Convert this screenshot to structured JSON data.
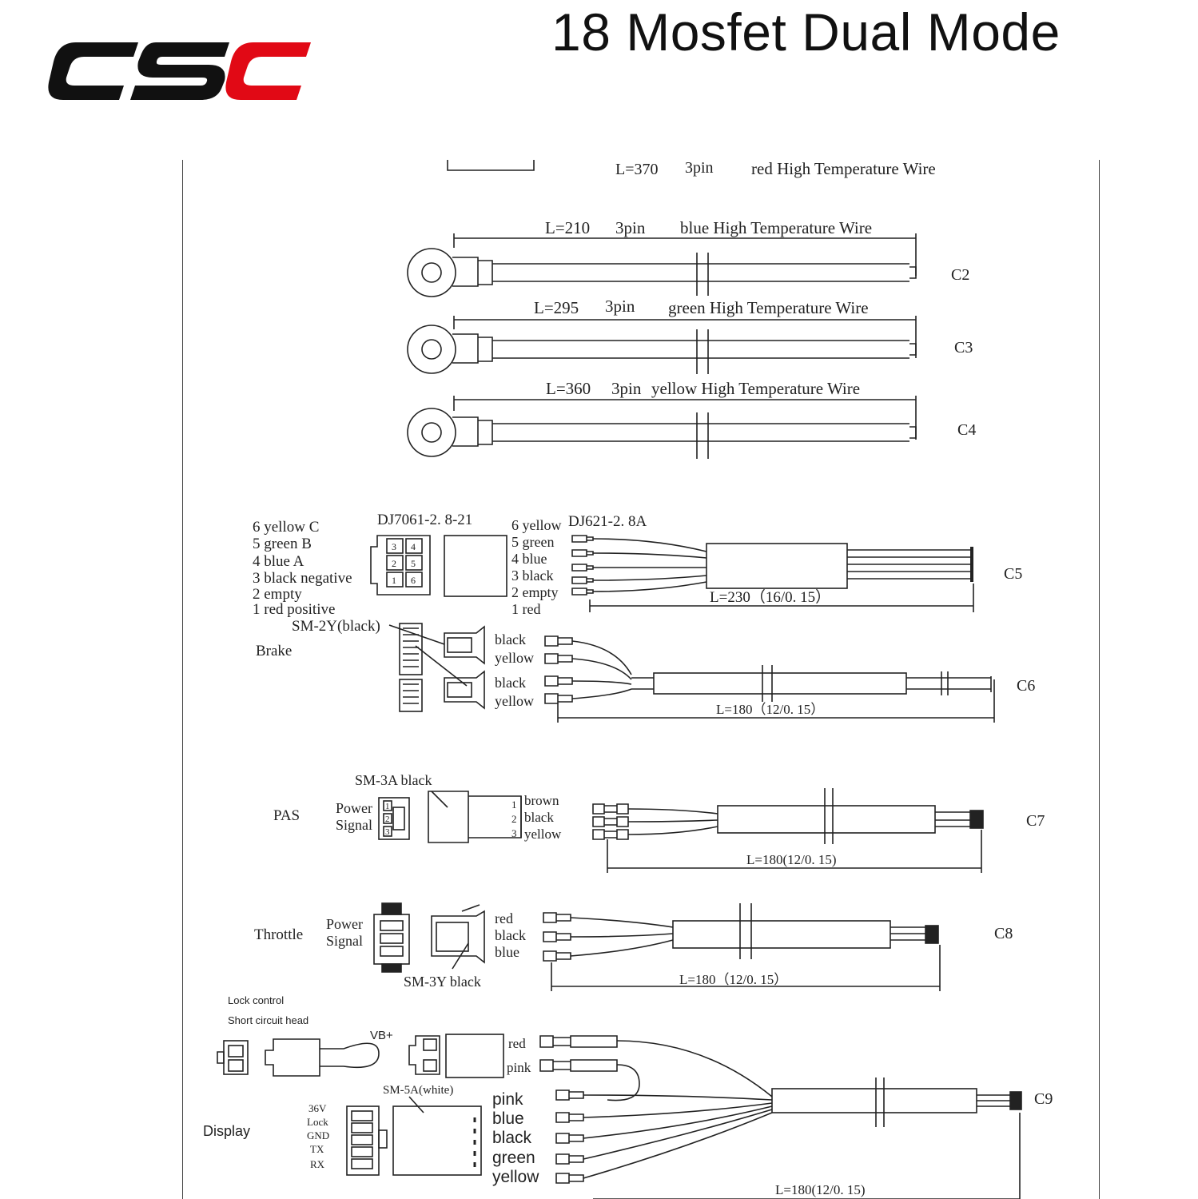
{
  "title": "18 Mosfet Dual Mode",
  "logo_text": "CSC",
  "colors": {
    "logo_black": "#111111",
    "logo_red": "#e10915",
    "line": "#222222"
  },
  "cables": {
    "c1": {
      "length": "L=370",
      "pins": "3pin",
      "desc": "red High Temperature Wire"
    },
    "c2": {
      "length": "L=210",
      "pins": "3pin",
      "desc": "blue High Temperature Wire",
      "id": "C2"
    },
    "c3": {
      "length": "L=295",
      "pins": "3pin",
      "desc": "green High Temperature Wire",
      "id": "C3"
    },
    "c4": {
      "length": "L=360",
      "pins": "3pin",
      "desc": "yellow High Temperature Wire",
      "id": "C4"
    }
  },
  "c5": {
    "id": "C5",
    "legend": [
      "6 yellow C",
      "5 green B",
      "4 blue A",
      "3 black negative",
      "2 empty",
      "1 red positive"
    ],
    "connector_a": "DJ7061-2. 8-21",
    "connector_b": "DJ621-2. 8A",
    "wires": [
      "6 yellow",
      "5 green",
      "4 blue",
      "3 black",
      "2 empty",
      "1 red"
    ],
    "length": "L=230（16/0. 15）"
  },
  "c6": {
    "id": "C6",
    "name": "Brake",
    "connector": "SM-2Y(black)",
    "wires": [
      "black",
      "yellow",
      "black",
      "yellow"
    ],
    "length": "L=180（12/0. 15）"
  },
  "c7": {
    "id": "C7",
    "name": "PAS",
    "connector": "SM-3A black",
    "power": "Power",
    "signal": "Signal",
    "wires": [
      "brown",
      "black",
      "yellow"
    ],
    "pins": [
      "1",
      "2",
      "3"
    ],
    "length": "L=180(12/0. 15)"
  },
  "c8": {
    "id": "C8",
    "name": "Throttle",
    "connector": "SM-3Y black",
    "power": "Power",
    "signal": "Signal",
    "wires": [
      "red",
      "black",
      "blue"
    ],
    "length": "L=180（12/0. 15）"
  },
  "c9": {
    "id": "C9",
    "lock_control": "Lock control",
    "short_circuit": "Short circuit head",
    "vb": "VB+",
    "name": "Display",
    "connector": "SM-5A(white)",
    "pin_labels": [
      "36V",
      "Lock",
      "GND",
      "TX",
      "RX"
    ],
    "top_wires": [
      "red",
      "pink"
    ],
    "wires": [
      "pink",
      "blue",
      "black",
      "green",
      "yellow"
    ],
    "length": "L=180(12/0. 15)"
  }
}
